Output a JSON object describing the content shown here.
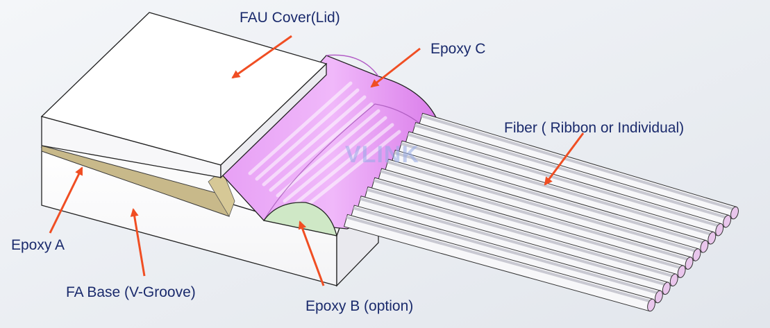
{
  "labels": {
    "fau_cover": "FAU Cover(Lid)",
    "epoxy_c": "Epoxy C",
    "fiber": "Fiber ( Ribbon or Individual)",
    "epoxy_a": "Epoxy A",
    "fa_base": "FA Base (V-Groove)",
    "epoxy_b": "Epoxy B (option)"
  },
  "watermark": "VLINK",
  "colors": {
    "arrow": "#f04e23",
    "label_text": "#1a2a6c",
    "epoxy_c": "#e08af2",
    "epoxy_b": "#cfe8c6",
    "epoxy_a": "#c8b98a",
    "block_face": "#ffffff"
  },
  "fiber_count": 12
}
